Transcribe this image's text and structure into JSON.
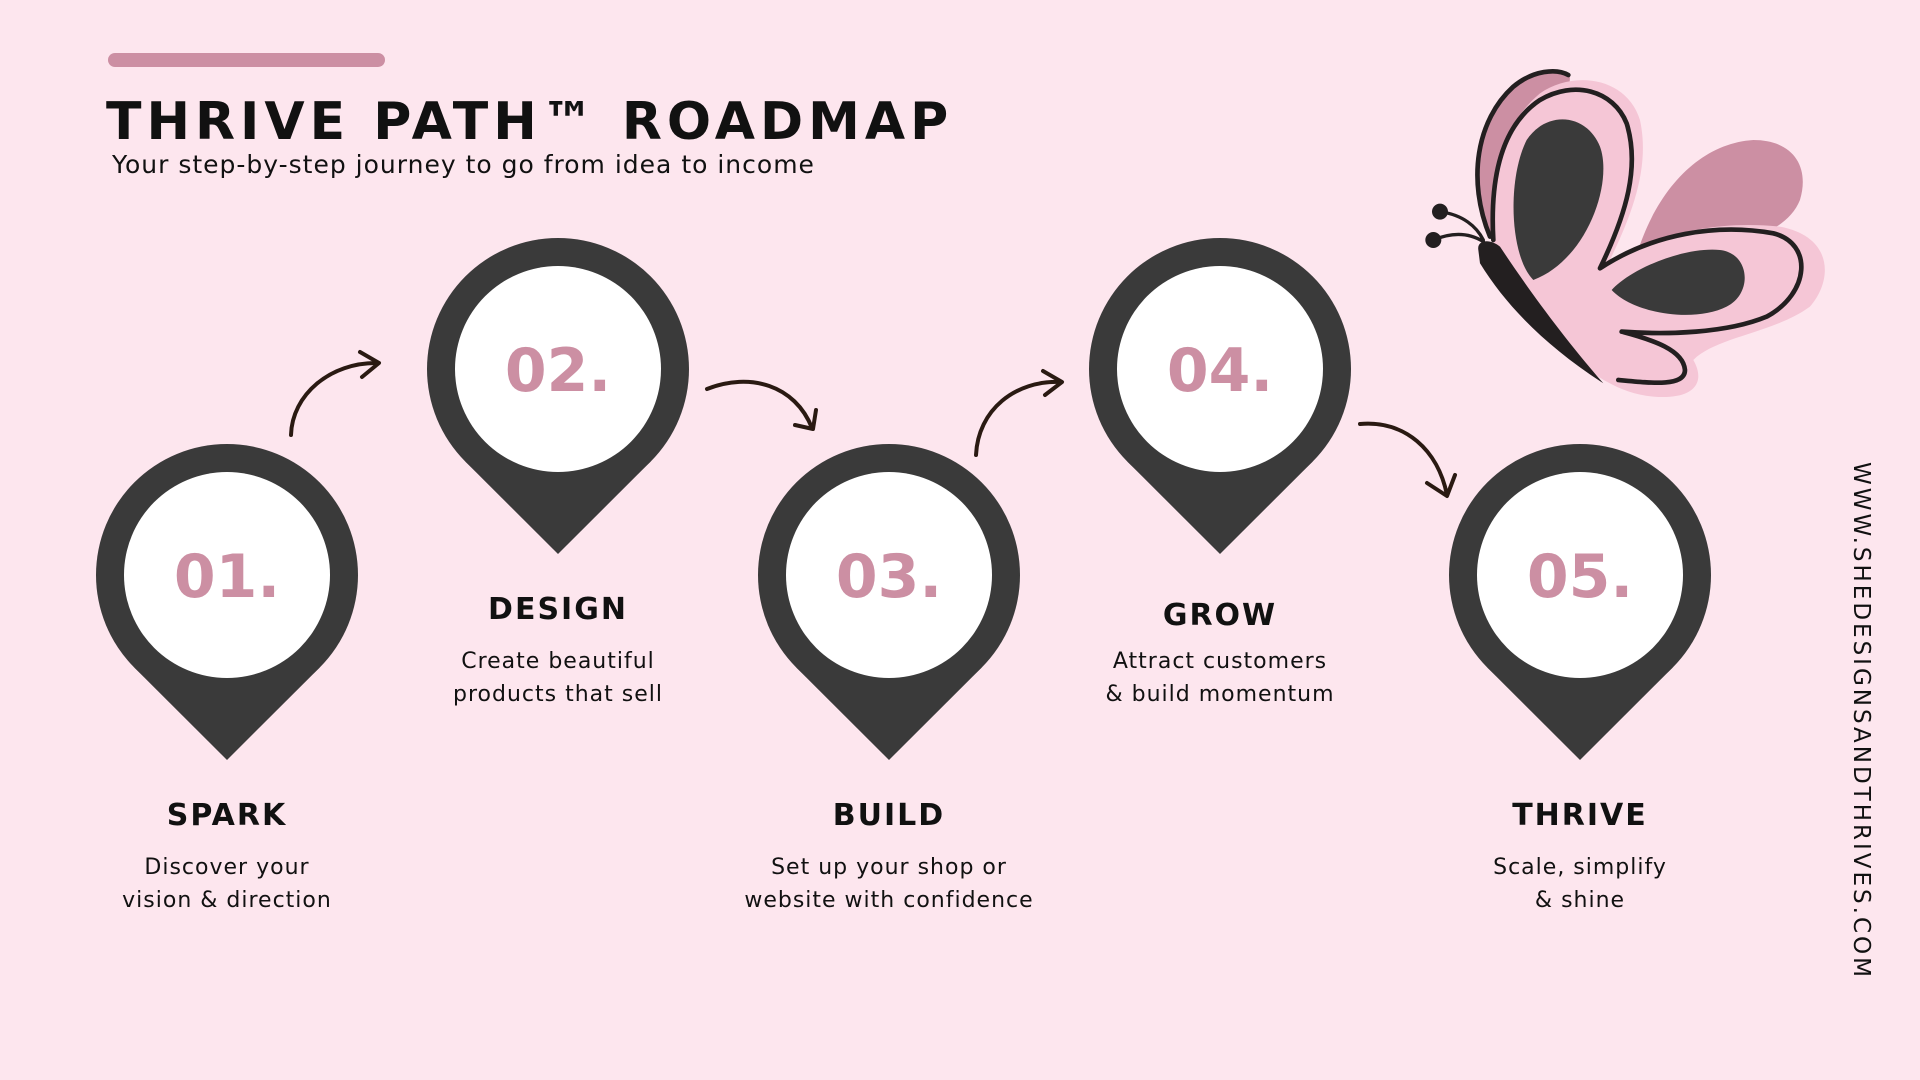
{
  "header": {
    "title": "THRIVE PATH™ ROADMAP",
    "subtitle": "Your step-by-step journey to go from idea to income"
  },
  "steps": [
    {
      "number": "01.",
      "title": "SPARK",
      "desc_line1": "Discover your",
      "desc_line2": "vision & direction"
    },
    {
      "number": "02.",
      "title": "DESIGN",
      "desc_line1": "Create beautiful",
      "desc_line2": "products that sell"
    },
    {
      "number": "03.",
      "title": "BUILD",
      "desc_line1": "Set up your shop or",
      "desc_line2": "website with confidence"
    },
    {
      "number": "04.",
      "title": "GROW",
      "desc_line1": "Attract customers",
      "desc_line2": "& build momentum"
    },
    {
      "number": "05.",
      "title": "THRIVE",
      "desc_line1": "Scale, simplify",
      "desc_line2": "& shine"
    }
  ],
  "website": "WWW.SHEDESIGNSANDTHRIVES.COM",
  "colors": {
    "background": "#fde6ee",
    "accent": "#cc8fa3",
    "pin": "#3a3a3a",
    "wing": "#f5c6d6"
  }
}
